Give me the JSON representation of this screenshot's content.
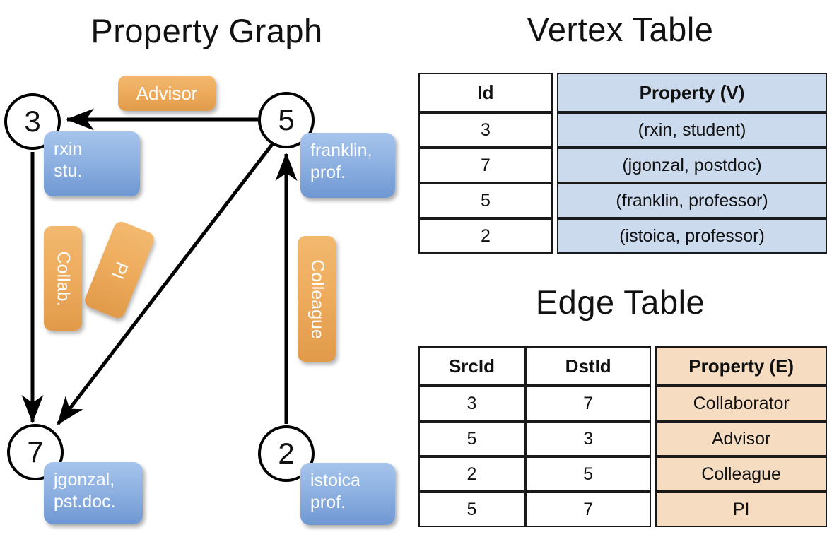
{
  "titles": {
    "property_graph": "Property Graph",
    "vertex_table": "Vertex Table",
    "edge_table": "Edge Table"
  },
  "graph": {
    "nodes": [
      {
        "id": "3",
        "label": "3",
        "property": "rxin\nstu."
      },
      {
        "id": "5",
        "label": "5",
        "property": "franklin,\nprof."
      },
      {
        "id": "7",
        "label": "7",
        "property": "jgonzal,\npst.doc."
      },
      {
        "id": "2",
        "label": "2",
        "property": "istoica\nprof."
      }
    ],
    "node_props": {
      "rxin_line1": "rxin",
      "rxin_line2": "stu.",
      "franklin_line1": "franklin,",
      "franklin_line2": "prof.",
      "jgonzal_line1": "jgonzal,",
      "jgonzal_line2": "pst.doc.",
      "istoica_line1": "istoica",
      "istoica_line2": "prof."
    },
    "edge_labels": {
      "advisor": "Advisor",
      "collab": "Collab.",
      "pi": "PI",
      "colleague": "Colleague"
    },
    "edges": [
      {
        "src": "5",
        "dst": "3",
        "label": "Advisor"
      },
      {
        "src": "3",
        "dst": "7",
        "label": "Collab."
      },
      {
        "src": "5",
        "dst": "7",
        "label": "PI"
      },
      {
        "src": "2",
        "dst": "5",
        "label": "Colleague"
      }
    ]
  },
  "vertex_table": {
    "headers": [
      "Id",
      "Property (V)"
    ],
    "rows": [
      {
        "id": "3",
        "property": "(rxin, student)"
      },
      {
        "id": "7",
        "property": "(jgonzal, postdoc)"
      },
      {
        "id": "5",
        "property": "(franklin, professor)"
      },
      {
        "id": "2",
        "property": "(istoica, professor)"
      }
    ]
  },
  "edge_table": {
    "headers": [
      "SrcId",
      "DstId",
      "Property (E)"
    ],
    "rows": [
      {
        "src": "3",
        "dst": "7",
        "property": "Collaborator"
      },
      {
        "src": "5",
        "dst": "3",
        "property": "Advisor"
      },
      {
        "src": "2",
        "dst": "5",
        "property": "Colleague"
      },
      {
        "src": "5",
        "dst": "7",
        "property": "PI"
      }
    ]
  },
  "colors": {
    "vertex_property_fill": "#ccdaee",
    "edge_property_fill": "#f6ddc2",
    "node_box_blue": "#8fb2e2",
    "edge_label_orange": "#eeab5c",
    "stroke": "#000000"
  }
}
